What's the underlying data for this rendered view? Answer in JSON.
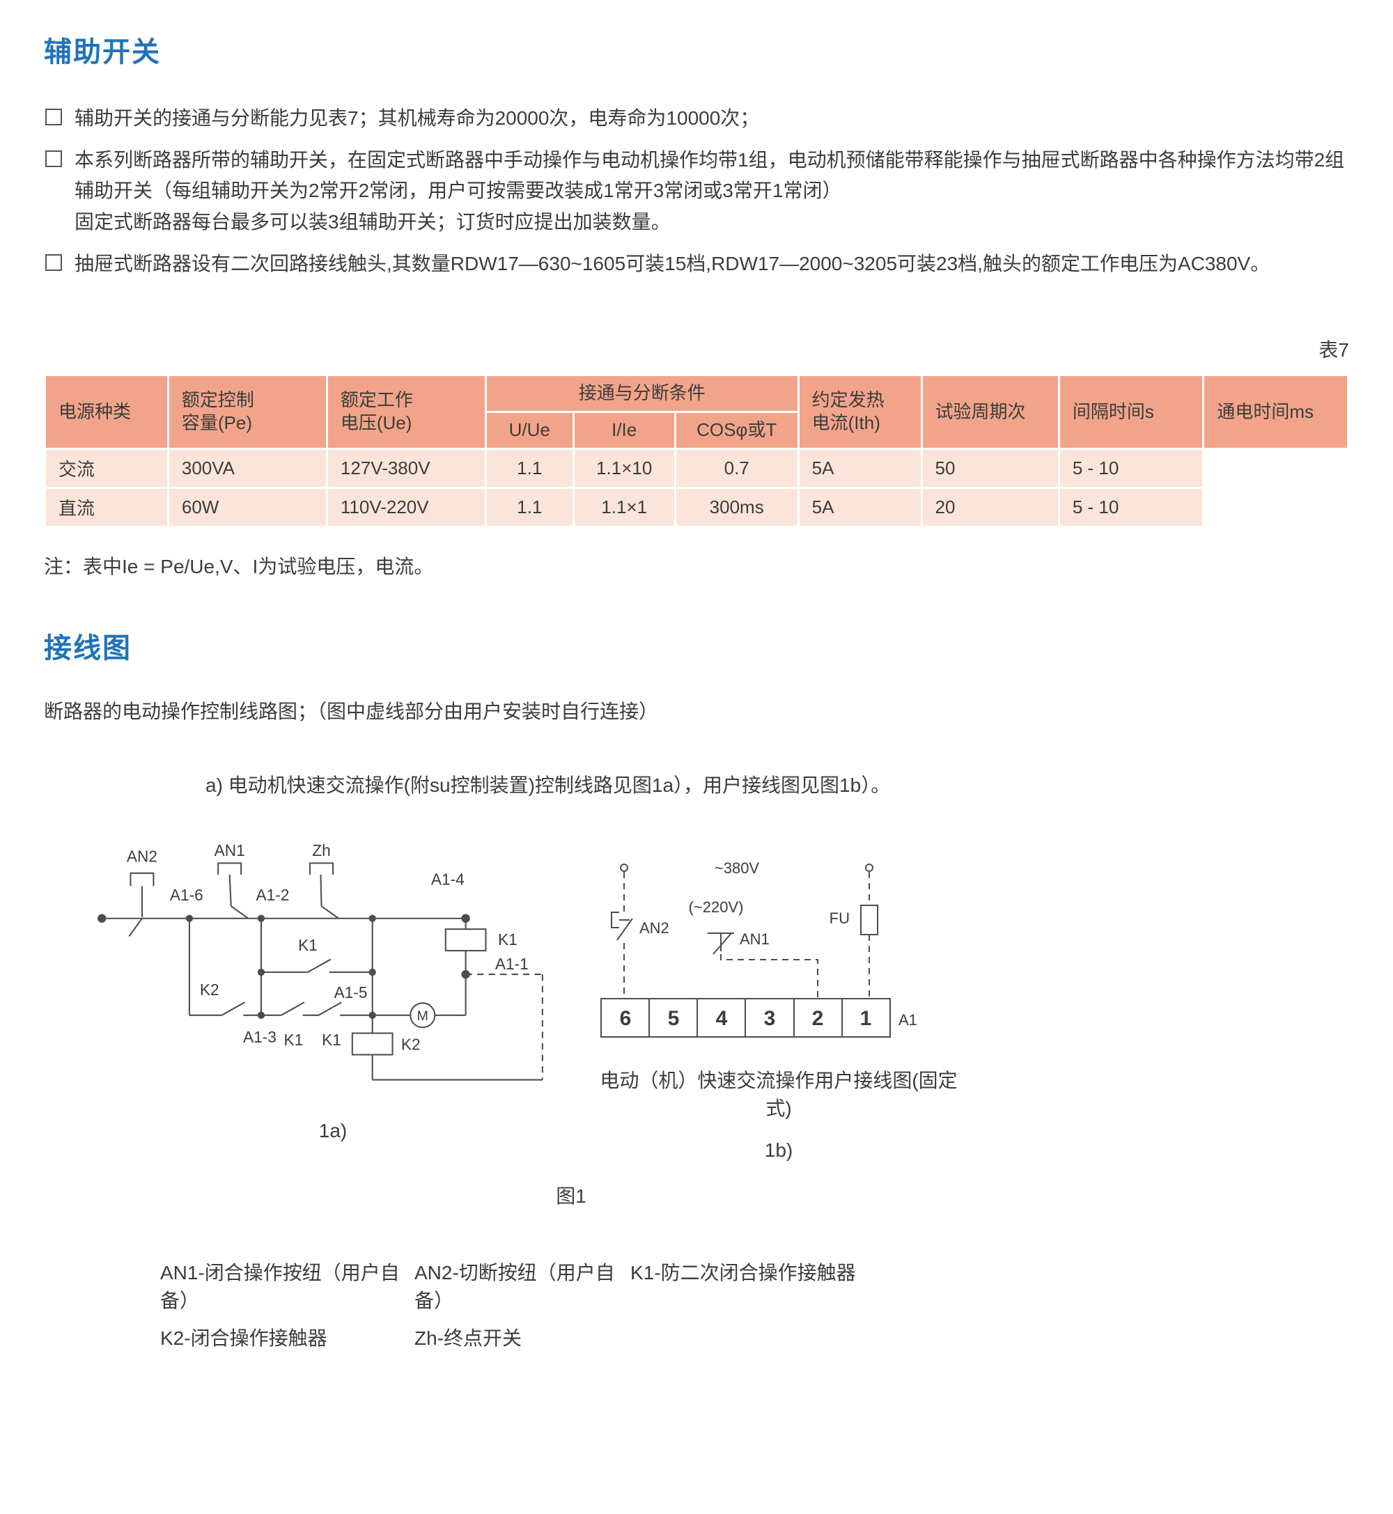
{
  "section1": {
    "title": "辅助开关",
    "bullets": [
      {
        "text": "辅助开关的接通与分断能力见表7；其机械寿命为20000次，电寿命为10000次；"
      },
      {
        "text": "本系列断路器所带的辅助开关，在固定式断路器中手动操作与电动机操作均带1组，电动机预储能带释能操作与抽屉式断路器中各种操作方法均带2组辅助开关（每组辅助开关为2常开2常闭，用户可按需要改装成1常开3常闭或3常开1常闭）\n固定式断路器每台最多可以装3组辅助开关；订货时应提出加装数量。"
      },
      {
        "text": "抽屉式断路器设有二次回路接线触头,其数量RDW17—630~1605可装15档,RDW17—2000~3205可装23档,触头的额定工作电压为AC380V。"
      }
    ]
  },
  "table": {
    "label": "表7",
    "headers": {
      "power_type": "电源种类",
      "control_capacity": "额定控制\n容量(Pe)",
      "working_voltage": "额定工作\n电压(Ue)",
      "switching_group": "接通与分断条件",
      "u_ue": "U/Ue",
      "i_ie": "I/Ie",
      "cos": "COSφ或T",
      "thermal_current": "约定发热\n电流(Ith)",
      "test_cycles": "试验周期次",
      "interval": "间隔时间s",
      "on_time": "通电时间ms"
    },
    "rows": [
      {
        "cells": [
          "交流",
          "300VA",
          "127V-380V",
          "1.1",
          "1.1×10",
          "0.7",
          "5A",
          "50",
          "5 - 10",
          ""
        ]
      },
      {
        "cells": [
          "直流",
          "60W",
          "110V-220V",
          "1.1",
          "1.1×1",
          "300ms",
          "5A",
          "20",
          "5 - 10",
          ""
        ]
      }
    ]
  },
  "note": "注：表中Ie = Pe/Ue,V、I为试验电压，电流。",
  "section2": {
    "title": "接线图",
    "desc": "断路器的电动操作控制线路图；（图中虚线部分由用户安装时自行连接）",
    "sub": "a) 电动机快速交流操作(附su控制装置)控制线路见图1a），用户接线图见图1b）。"
  },
  "diagram1a": {
    "an2": "AN2",
    "an1": "AN1",
    "zh": "Zh",
    "a1_6": "A1-6",
    "a1_2": "A1-2",
    "a1_4": "A1-4",
    "k1_coil": "K1",
    "k1_contact": "K1",
    "a1_1": "A1-1",
    "k2_contact": "K2",
    "a1_3": "A1-3",
    "k1_b1": "K1",
    "k1_b2": "K1",
    "a1_5": "A1-5",
    "motor": "M",
    "k2_coil": "K2"
  },
  "diagram1b": {
    "v380": "~380V",
    "v220": "(~220V)",
    "an2": "AN2",
    "an1": "AN1",
    "fu": "FU",
    "terminals": [
      "6",
      "5",
      "4",
      "3",
      "2",
      "1"
    ],
    "a1": "A1",
    "caption": "电动（机）快速交流操作用户接线图(固定式)"
  },
  "figures": {
    "fig1a": "1a)",
    "fig1b": "1b)",
    "fig1": "图1"
  },
  "legend": {
    "row1": [
      "AN1-闭合操作按纽（用户自备）",
      "AN2-切断按纽（用户自备）",
      "K1-防二次闭合操作接触器"
    ],
    "row2": [
      "K2-闭合操作接触器",
      "Zh-终点开关"
    ]
  }
}
